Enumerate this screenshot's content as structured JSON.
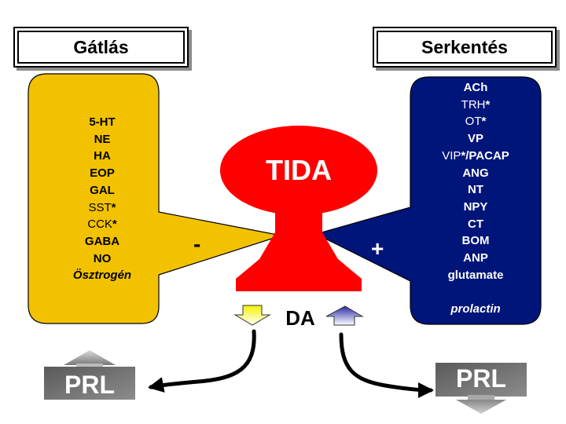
{
  "inhibition": {
    "title": "Gátlás",
    "sign": "-",
    "items": [
      {
        "text": "5-HT"
      },
      {
        "text": "NE"
      },
      {
        "text": "HA"
      },
      {
        "text": "EOP"
      },
      {
        "text": "GAL"
      },
      {
        "prefix": "SST",
        "suffix": "*"
      },
      {
        "prefix": "CCK",
        "suffix": "*"
      },
      {
        "text": "GABA"
      },
      {
        "text": "NO"
      },
      {
        "text": "Ösztrogén"
      }
    ]
  },
  "stimulation": {
    "title": "Serkentés",
    "sign": "+",
    "items": [
      {
        "text": "ACh"
      },
      {
        "prefix": "TRH",
        "suffix": "*"
      },
      {
        "prefix": "OT",
        "suffix": "*"
      },
      {
        "text": "VP"
      },
      {
        "prefix": "VIP",
        "suffix": "*/PACAP"
      },
      {
        "text": "ANG"
      },
      {
        "text": "NT"
      },
      {
        "text": "NPY"
      },
      {
        "text": "CT"
      },
      {
        "text": "BOM"
      },
      {
        "text": "ANP"
      },
      {
        "text": "glutamate"
      },
      {
        "text": ""
      },
      {
        "text": "prolactin"
      }
    ]
  },
  "center": {
    "neuron": "TIDA",
    "output": "DA"
  },
  "prl": {
    "left": "PRL",
    "right": "PRL"
  },
  "colors": {
    "inhibition_fill": "#f2c200",
    "stimulation_fill": "#00157a",
    "neuron_fill": "#ff0000"
  }
}
